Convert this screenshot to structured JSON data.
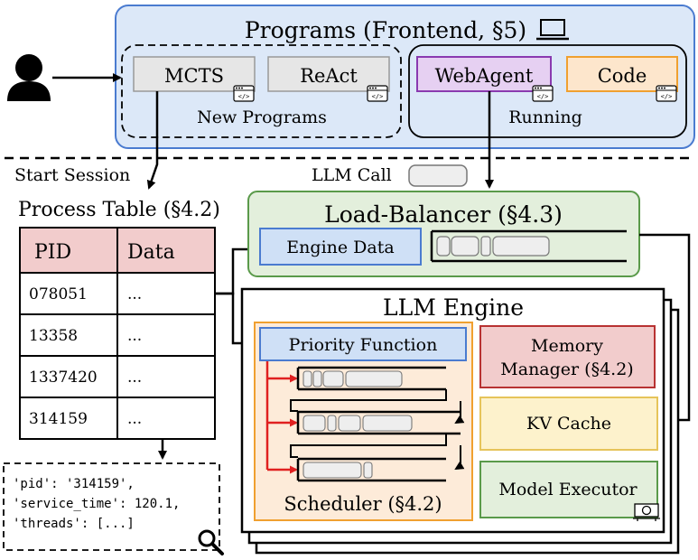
{
  "frontend": {
    "title": "Programs (Frontend, §5)",
    "new_programs": {
      "caption": "New Programs",
      "items": [
        "MCTS",
        "ReAct"
      ]
    },
    "running": {
      "caption": "Running",
      "items": [
        "WebAgent",
        "Code"
      ]
    }
  },
  "labels": {
    "start_session": "Start Session",
    "llm_call": "LLM Call"
  },
  "process_table": {
    "title": "Process Table (§4.2)",
    "headers": [
      "PID",
      "Data"
    ],
    "rows": [
      [
        "078051",
        "..."
      ],
      [
        "13358",
        "..."
      ],
      [
        "1337420",
        "..."
      ],
      [
        "314159",
        "..."
      ]
    ]
  },
  "record": {
    "lines": [
      "'pid': '314159',",
      "'service_time': 120.1,",
      "'threads': [...]"
    ]
  },
  "load_balancer": {
    "title": "Load-Balancer (§4.3)",
    "engine_data": "Engine Data"
  },
  "engine": {
    "title": "LLM Engine",
    "priority_function": "Priority Function",
    "scheduler": "Scheduler (§4.2)",
    "memory_manager": [
      "Memory",
      "Manager (§4.2)"
    ],
    "kv_cache": "KV Cache",
    "model_executor": "Model Executor"
  },
  "colors": {
    "frontend_fill": "#dce8f8",
    "frontend_stroke": "#4a7bd0",
    "lb_fill": "#e3efdc",
    "lb_stroke": "#5a9a4a",
    "table_header": "#f2cccc",
    "engine_data_fill": "#cfe0f6",
    "scheduler_fill": "#fdebd9",
    "scheduler_stroke": "#f0a030",
    "memory_fill": "#f2cccc",
    "memory_stroke": "#b83232",
    "kv_fill": "#fdf2cc",
    "kv_stroke": "#e6c45a",
    "executor_fill": "#e3efdc",
    "executor_stroke": "#5a9a4a",
    "webagent_fill": "#e6d0f2",
    "webagent_stroke": "#8a3ab0",
    "code_fill": "#fde6cc",
    "code_stroke": "#f0a030",
    "red_arrow": "#e02020"
  }
}
